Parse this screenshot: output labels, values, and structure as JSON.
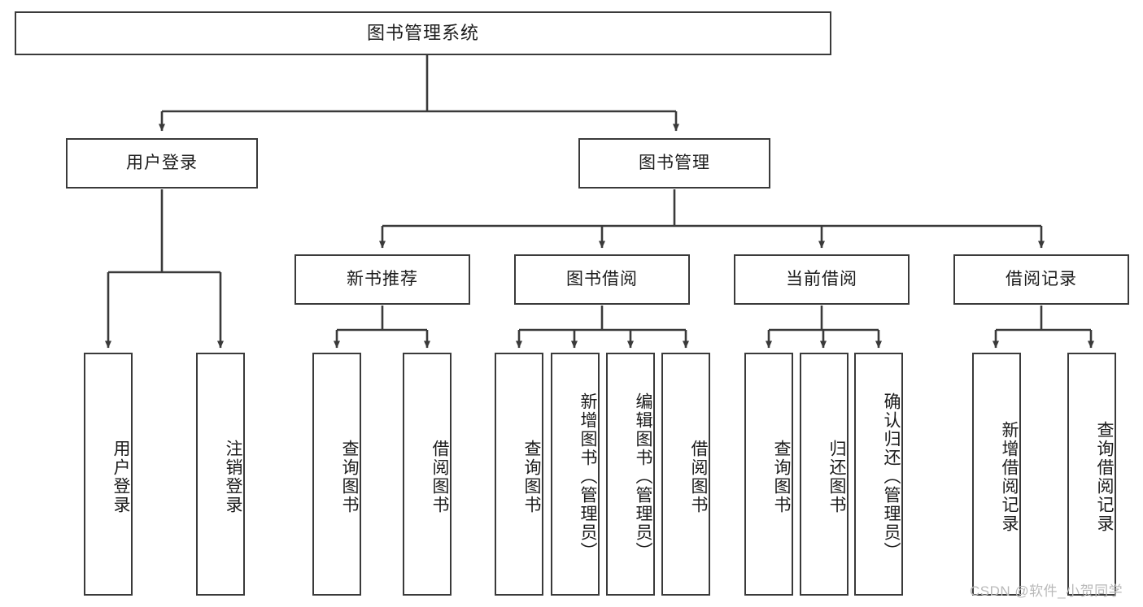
{
  "diagram": {
    "title": "图书管理系统",
    "type": "tree-hierarchy-diagram",
    "root": {
      "id": "root",
      "label": "图书管理系统"
    },
    "level2": [
      {
        "id": "user-login",
        "label": "用户登录"
      },
      {
        "id": "book-manage",
        "label": "图书管理"
      }
    ],
    "level3": [
      {
        "id": "new-book-recommend",
        "label": "新书推荐"
      },
      {
        "id": "book-borrow",
        "label": "图书借阅"
      },
      {
        "id": "current-borrow",
        "label": "当前借阅"
      },
      {
        "id": "borrow-record",
        "label": "借阅记录"
      }
    ],
    "leaves": {
      "user_login": [
        {
          "id": "leaf-user-login",
          "label": "用户登录"
        },
        {
          "id": "leaf-logout-login",
          "label": "注销登录"
        }
      ],
      "new_book_recommend": [
        {
          "id": "leaf-query-book-1",
          "label": "查询图书"
        },
        {
          "id": "leaf-borrow-book-1",
          "label": "借阅图书"
        }
      ],
      "book_borrow": [
        {
          "id": "leaf-query-book-2",
          "label": "查询图书"
        },
        {
          "id": "leaf-add-book",
          "label": "新增图书（管理员）"
        },
        {
          "id": "leaf-edit-book",
          "label": "编辑图书（管理员）"
        },
        {
          "id": "leaf-borrow-book-2",
          "label": "借阅图书"
        }
      ],
      "current_borrow": [
        {
          "id": "leaf-query-book-3",
          "label": "查询图书"
        },
        {
          "id": "leaf-return-book",
          "label": "归还图书"
        },
        {
          "id": "leaf-confirm-return",
          "label": "确认归还（管理员）"
        }
      ],
      "borrow_record": [
        {
          "id": "leaf-add-record",
          "label": "新增借阅记录"
        },
        {
          "id": "leaf-query-record",
          "label": "查询借阅记录"
        }
      ]
    }
  },
  "watermark": {
    "text": "CSDN @软件_小贺同学"
  },
  "colors": {
    "border": "#3a3a3a",
    "background": "#ffffff",
    "text": "#1b1b1b",
    "watermark": "#b9b9b9"
  }
}
